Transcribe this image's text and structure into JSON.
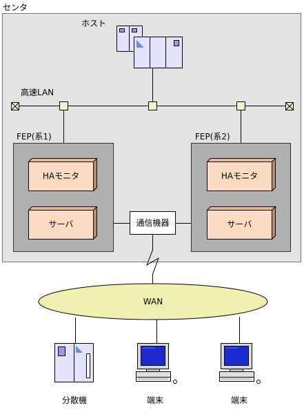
{
  "center": {
    "label": "センタ"
  },
  "host": {
    "label": "ホスト"
  },
  "lan": {
    "label": "高速LAN"
  },
  "fep1": {
    "label": "FEP(系1)",
    "monitor": "HAモニタ",
    "server": "サーバ"
  },
  "fep2": {
    "label": "FEP(系2)",
    "monitor": "HAモニタ",
    "server": "サーバ"
  },
  "comm": {
    "label": "通信機器"
  },
  "wan": {
    "label": "WAN"
  },
  "distributed": {
    "label": "分散機"
  },
  "terminal1": {
    "label": "端末"
  },
  "terminal2": {
    "label": "端末"
  },
  "colors": {
    "center_bg": "#e3e3e3",
    "fep_bg": "#b0b0b0",
    "box_face": "#fbdcc2",
    "box_side": "#c68b5c",
    "wan_fill": "#f0f0b0",
    "node_fill": "#f2f2c8",
    "machine_fill": "#e2e2fa"
  }
}
